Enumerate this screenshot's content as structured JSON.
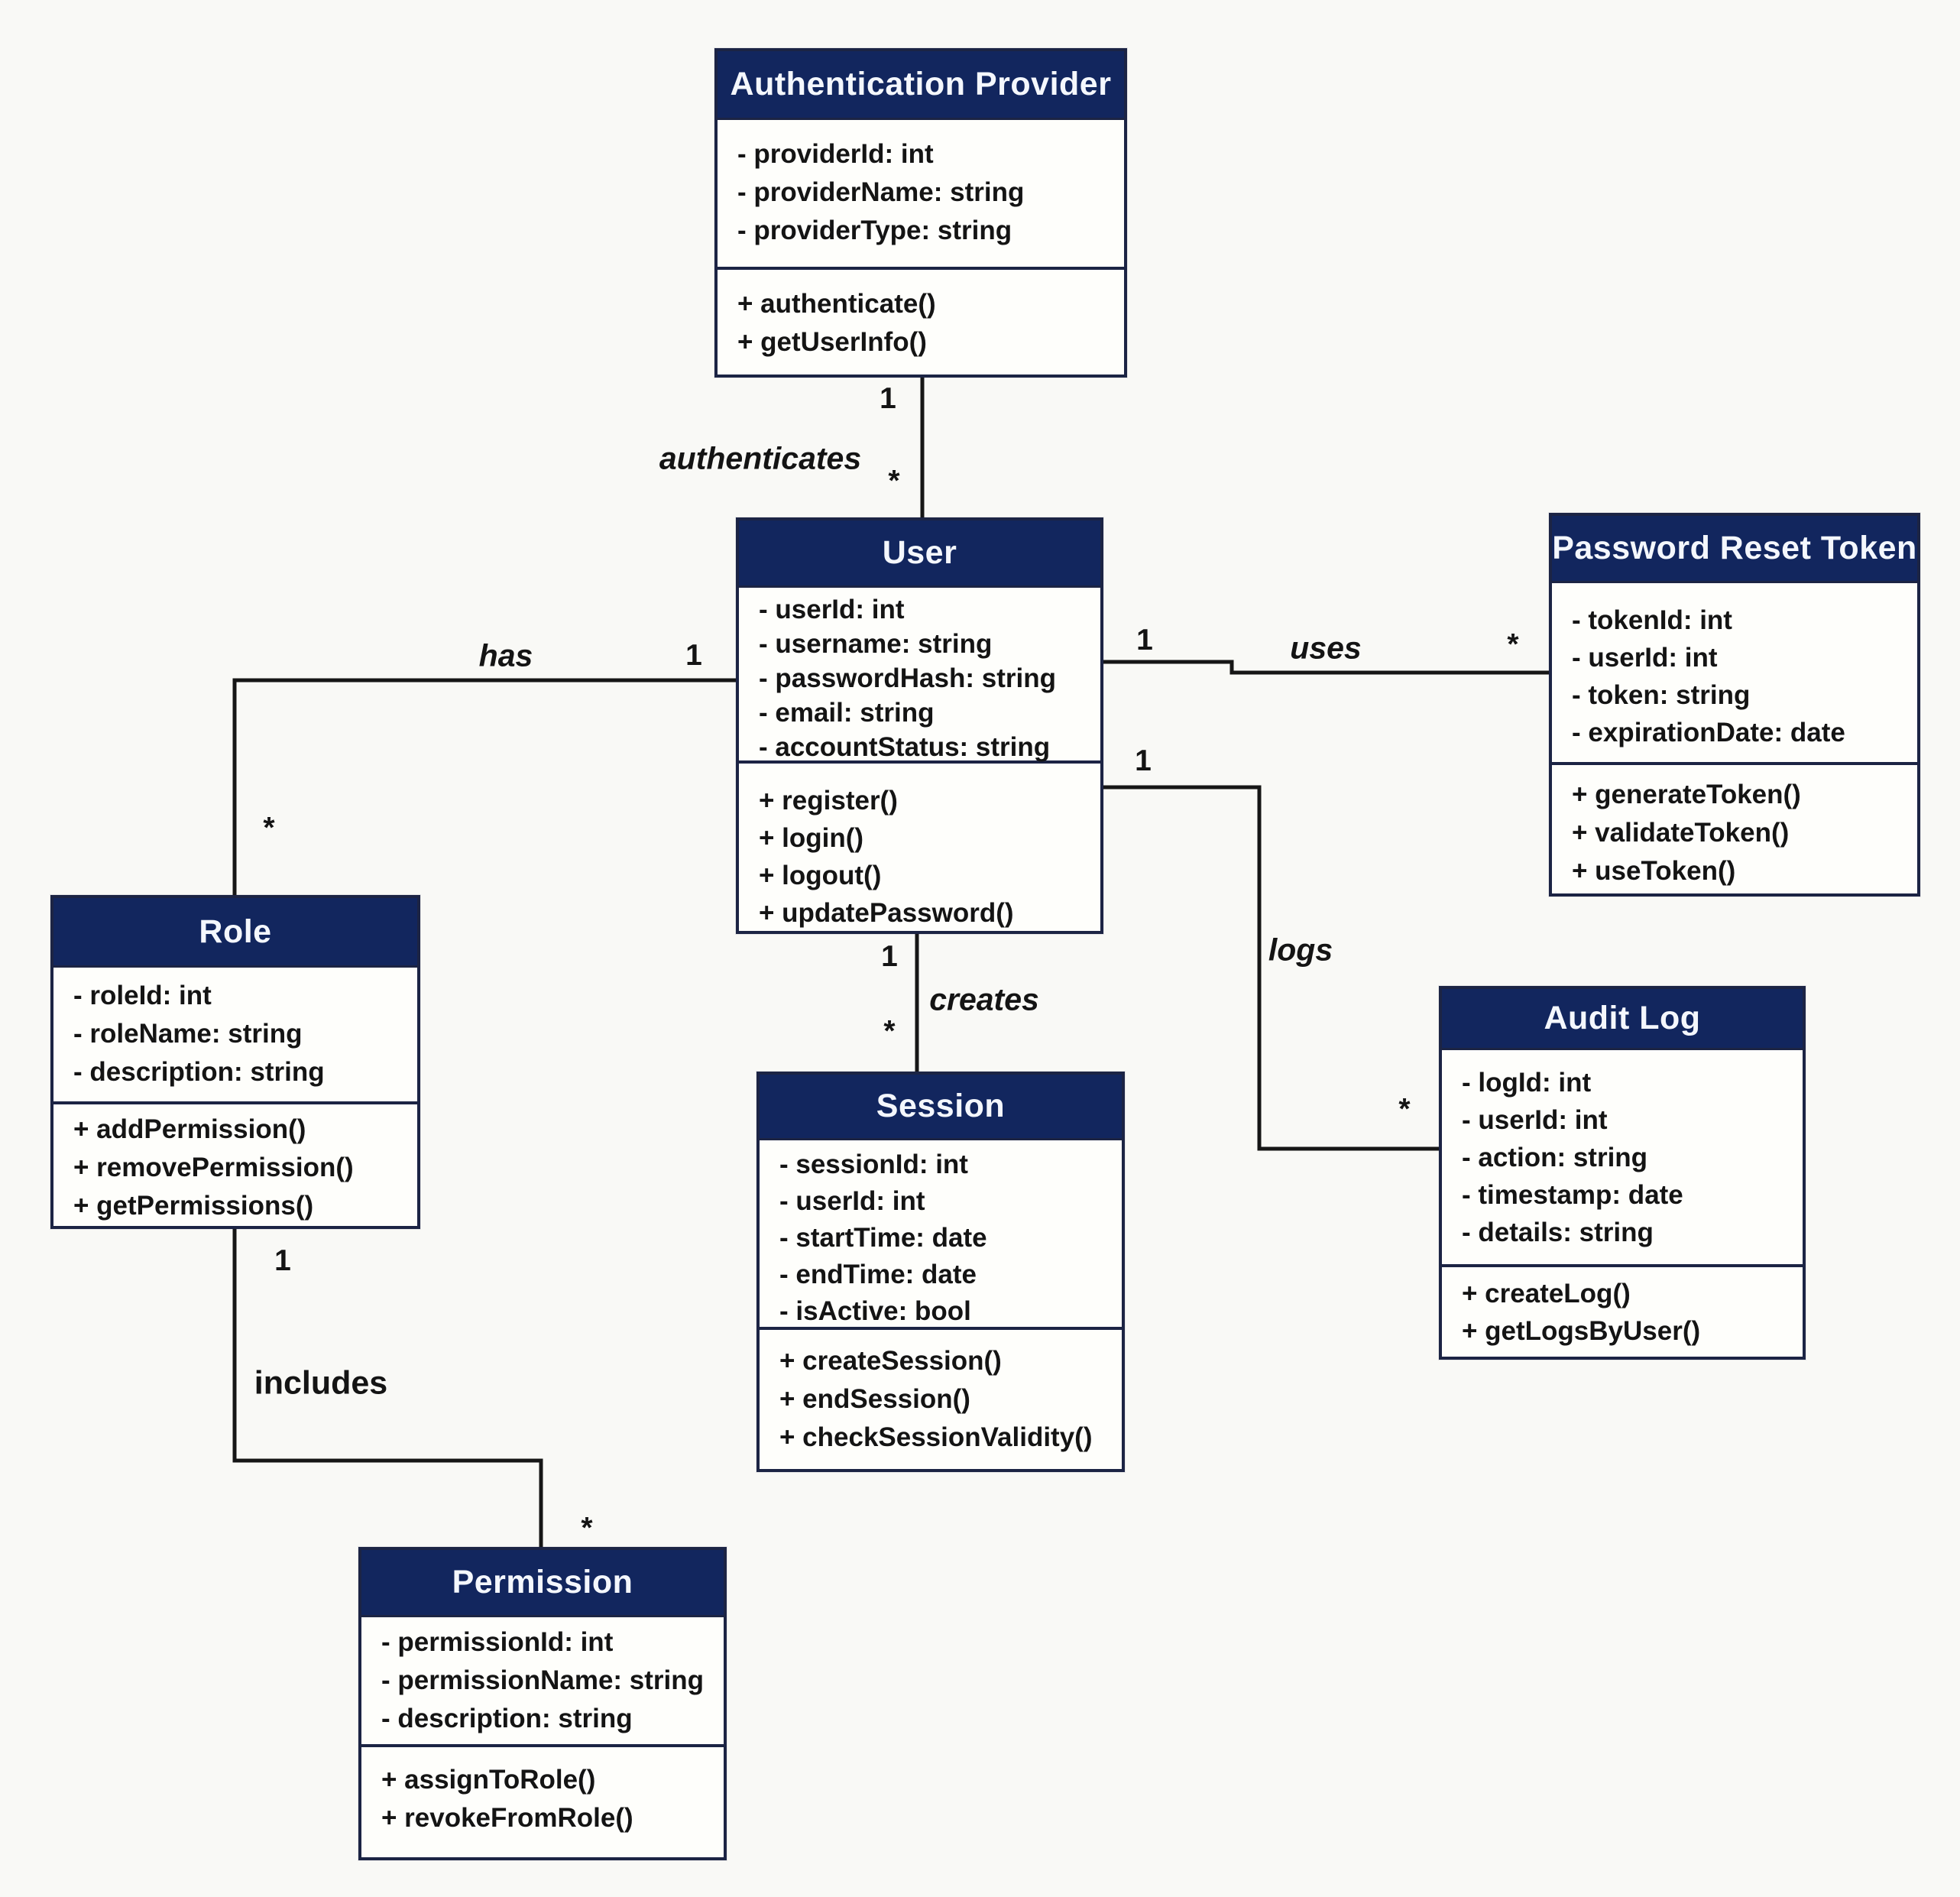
{
  "classes": [
    {
      "id": "authentication-provider",
      "name": "Authentication Provider",
      "attributes": [
        "- providerId: int",
        "- providerName: string",
        "- providerType: string"
      ],
      "methods": [
        "+ authenticate()",
        "+ getUserInfo()"
      ]
    },
    {
      "id": "user",
      "name": "User",
      "attributes": [
        "- userId: int",
        "- username: string",
        "- passwordHash: string",
        "- email: string",
        "- accountStatus: string"
      ],
      "methods": [
        "+ register()",
        "+ login()",
        "+ logout()",
        "+ updatePassword()"
      ]
    },
    {
      "id": "password-reset-token",
      "name": "Password Reset Token",
      "attributes": [
        "- tokenId: int",
        "- userId: int",
        "- token: string",
        "- expirationDate: date"
      ],
      "methods": [
        "+ generateToken()",
        "+ validateToken()",
        "+ useToken()"
      ]
    },
    {
      "id": "role",
      "name": "Role",
      "attributes": [
        "- roleId: int",
        "- roleName: string",
        "- description: string"
      ],
      "methods": [
        "+ addPermission()",
        "+ removePermission()",
        "+ getPermissions()"
      ]
    },
    {
      "id": "audit-log",
      "name": "Audit Log",
      "attributes": [
        "- logId: int",
        "- userId: int",
        "- action: string",
        "- timestamp: date",
        "- details: string"
      ],
      "methods": [
        "+ createLog()",
        "+ getLogsByUser()"
      ]
    },
    {
      "id": "session",
      "name": "Session",
      "attributes": [
        "- sessionId: int",
        "- userId: int",
        "- startTime: date",
        "- endTime: date",
        "- isActive: bool"
      ],
      "methods": [
        "+ createSession()",
        "+ endSession()",
        "+ checkSessionValidity()"
      ]
    },
    {
      "id": "permission",
      "name": "Permission",
      "attributes": [
        "- permissionId: int",
        "- permissionName: string",
        "- description: string"
      ],
      "methods": [
        "+ assignToRole()",
        "+ revokeFromRole()"
      ]
    }
  ],
  "relationships": [
    {
      "id": "authenticates",
      "label": "authenticates",
      "from": "authentication-provider",
      "to": "user",
      "from_multiplicity": "1",
      "to_multiplicity": "*"
    },
    {
      "id": "has",
      "label": "has",
      "from": "user",
      "to": "role",
      "from_multiplicity": "1",
      "to_multiplicity": "*"
    },
    {
      "id": "uses",
      "label": "uses",
      "from": "user",
      "to": "password-reset-token",
      "from_multiplicity": "1",
      "to_multiplicity": "*"
    },
    {
      "id": "creates",
      "label": "creates",
      "from": "user",
      "to": "session",
      "from_multiplicity": "1",
      "to_multiplicity": "*"
    },
    {
      "id": "logs",
      "label": "logs",
      "from": "user",
      "to": "audit-log",
      "from_multiplicity": "1",
      "to_multiplicity": "*"
    },
    {
      "id": "includes",
      "label": "includes",
      "from": "role",
      "to": "permission",
      "from_multiplicity": "1",
      "to_multiplicity": "*"
    }
  ],
  "colors": {
    "header_bg": "#12265e",
    "header_text": "#f4f7fd",
    "box_border": "#1c2444",
    "connector": "#161616",
    "body_text": "#141414",
    "background": "#f9f9f6"
  }
}
